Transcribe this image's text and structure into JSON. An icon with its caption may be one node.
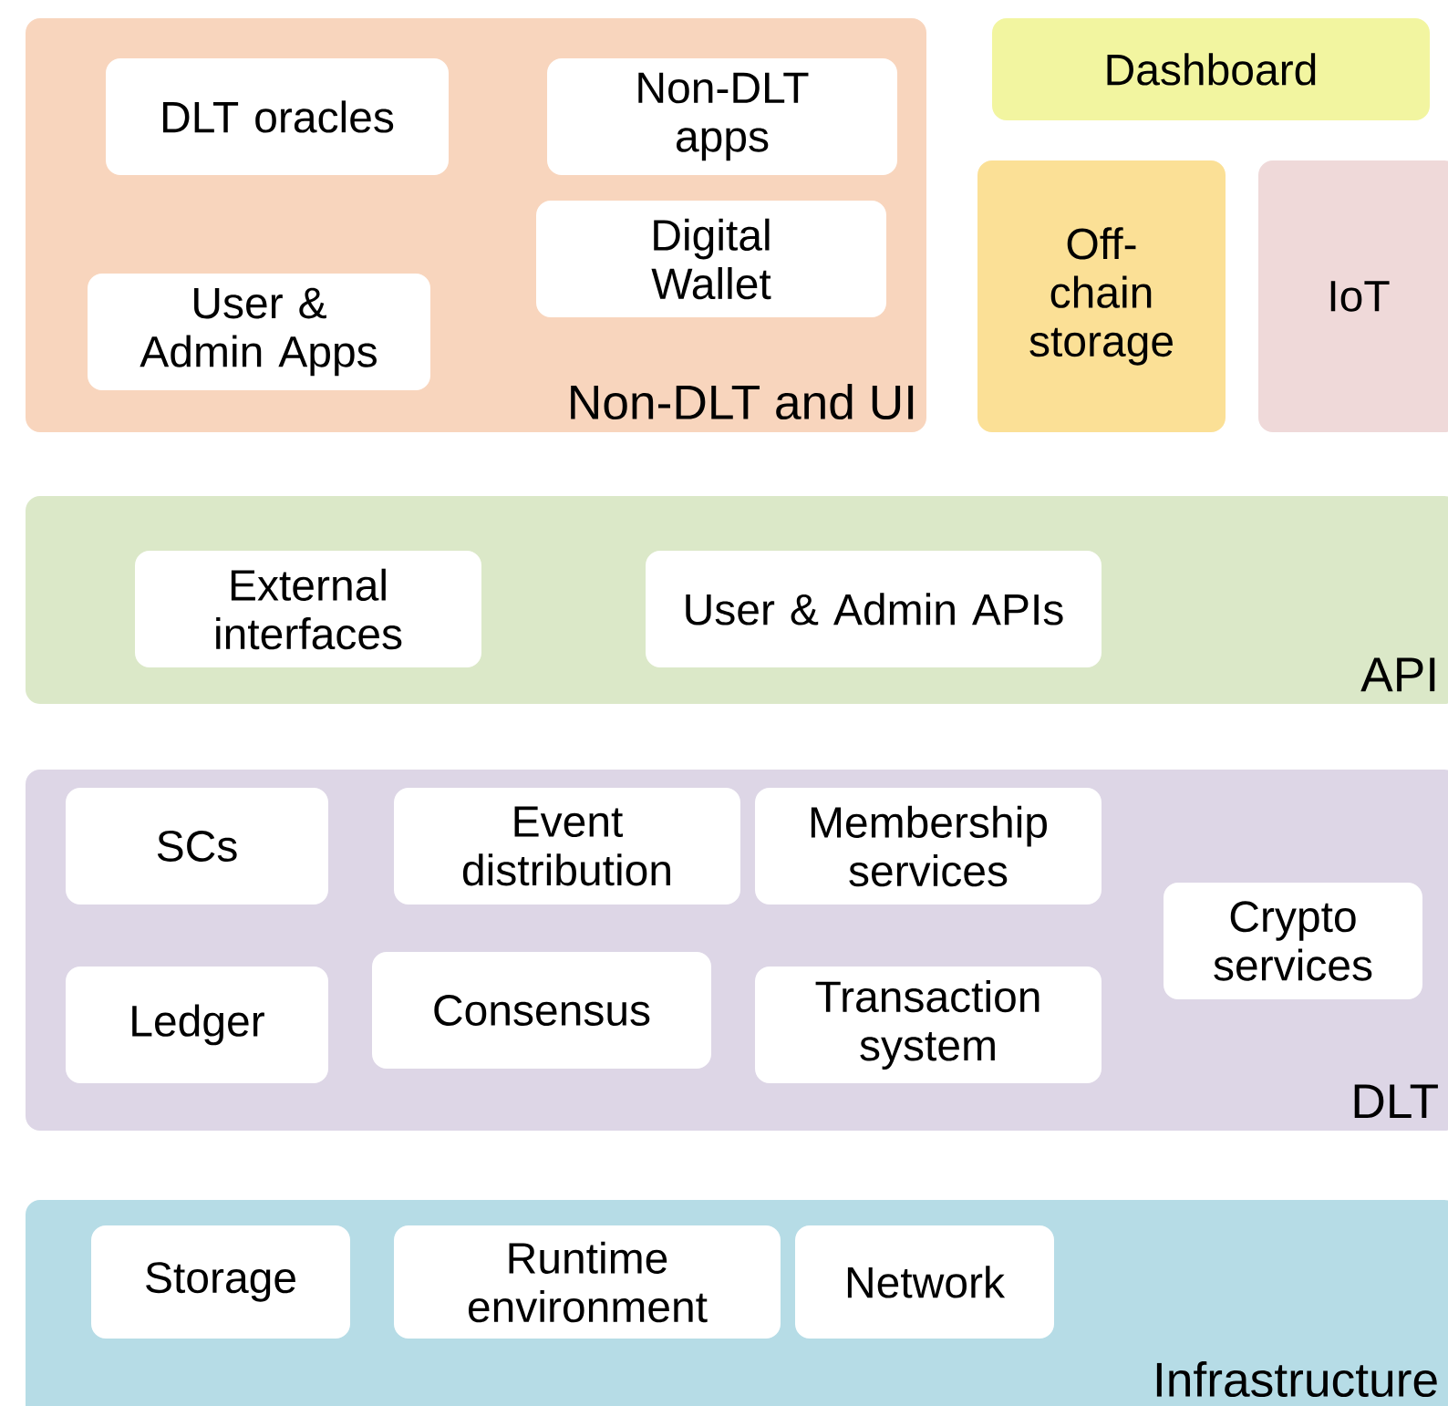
{
  "diagram": {
    "nodes": [
      {
        "text": [
          "Non-DLT and UI"
        ]
      },
      {
        "text": [
          "DLT oracles"
        ],
        "in": 0
      },
      {
        "text": [
          "Non-DLT apps"
        ],
        "in": 0
      },
      {
        "text": [
          "Digital Wallet"
        ],
        "in": 0
      },
      {
        "text": [
          "User & Admin Apps"
        ],
        "in": 0
      },
      {
        "text": [
          "Dashboard"
        ]
      },
      {
        "text": [
          "Off-chain storage"
        ]
      },
      {
        "text": [
          "IoT"
        ]
      },
      {
        "text": [
          "API"
        ]
      },
      {
        "text": [
          "External interfaces"
        ],
        "in": 8
      },
      {
        "text": [
          "User & Admin APIs"
        ],
        "in": 8
      },
      {
        "text": [
          "DLT"
        ]
      },
      {
        "text": [
          "SCs"
        ],
        "in": 11
      },
      {
        "text": [
          "Event distribution"
        ],
        "in": 11
      },
      {
        "text": [
          "Membership services"
        ],
        "in": 11
      },
      {
        "text": [
          "Crypto services"
        ],
        "in": 11
      },
      {
        "text": [
          "Ledger"
        ],
        "in": 11
      },
      {
        "text": [
          "Consensus"
        ],
        "in": 11
      },
      {
        "text": [
          "Transaction system"
        ],
        "in": 11
      },
      {
        "text": [
          "Infrastructure"
        ]
      },
      {
        "text": [
          "Storage"
        ],
        "in": 19
      },
      {
        "text": [
          "Runtime environment"
        ],
        "in": 19
      },
      {
        "text": [
          "Network"
        ],
        "in": 19
      }
    ]
  }
}
